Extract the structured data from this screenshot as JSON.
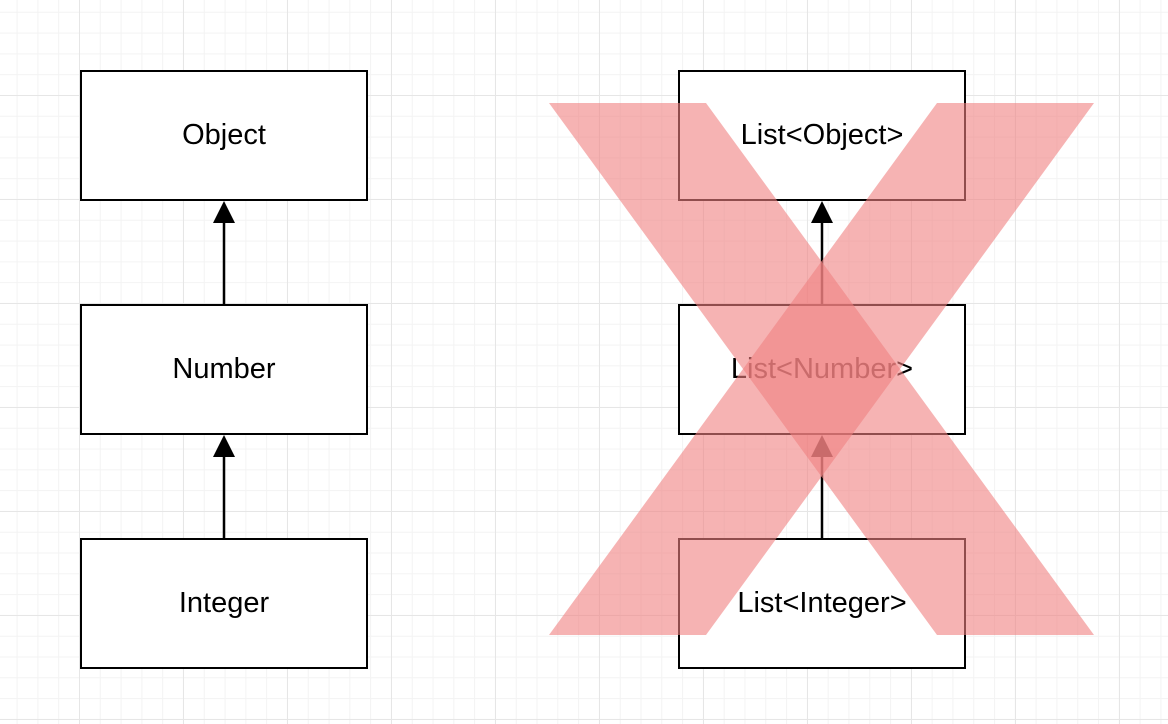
{
  "left_hierarchy": {
    "top": "Object",
    "middle": "Number",
    "bottom": "Integer"
  },
  "right_hierarchy": {
    "top": "List<Object>",
    "middle": "List<Number>",
    "bottom": "List<Integer>"
  },
  "colors": {
    "box_border": "#000000",
    "box_fill": "#ffffff",
    "arrow": "#000000",
    "cross": "#f08080"
  },
  "icons": {
    "overlay": "cross-x-icon"
  }
}
